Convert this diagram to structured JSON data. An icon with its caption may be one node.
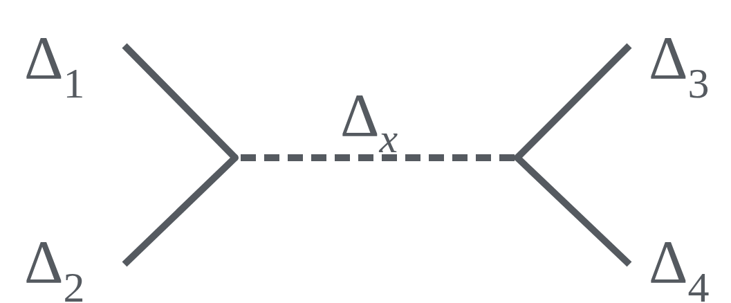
{
  "diagram": {
    "nodes": [
      {
        "text": [
          "Δ$_{1}$"
        ]
      },
      {
        "text": [
          "Δ$_{2}$"
        ]
      },
      {
        "text": [],
        "shape": "dot"
      },
      {
        "text": [],
        "shape": "dot"
      },
      {
        "text": [
          "Δ$_{3}$"
        ]
      },
      {
        "text": [
          "Δ$_{4}$"
        ]
      }
    ],
    "edges": [
      {
        "from": 0,
        "to": 2,
        "arrow": "none"
      },
      {
        "from": 1,
        "to": 2,
        "arrow": "none"
      },
      {
        "from": 2,
        "to": 3,
        "arrow": "none",
        "style": "dashed",
        "label": "Δ$_{x}$"
      },
      {
        "from": 3,
        "to": 4,
        "arrow": "none"
      },
      {
        "from": 3,
        "to": 5,
        "arrow": "none"
      }
    ]
  }
}
